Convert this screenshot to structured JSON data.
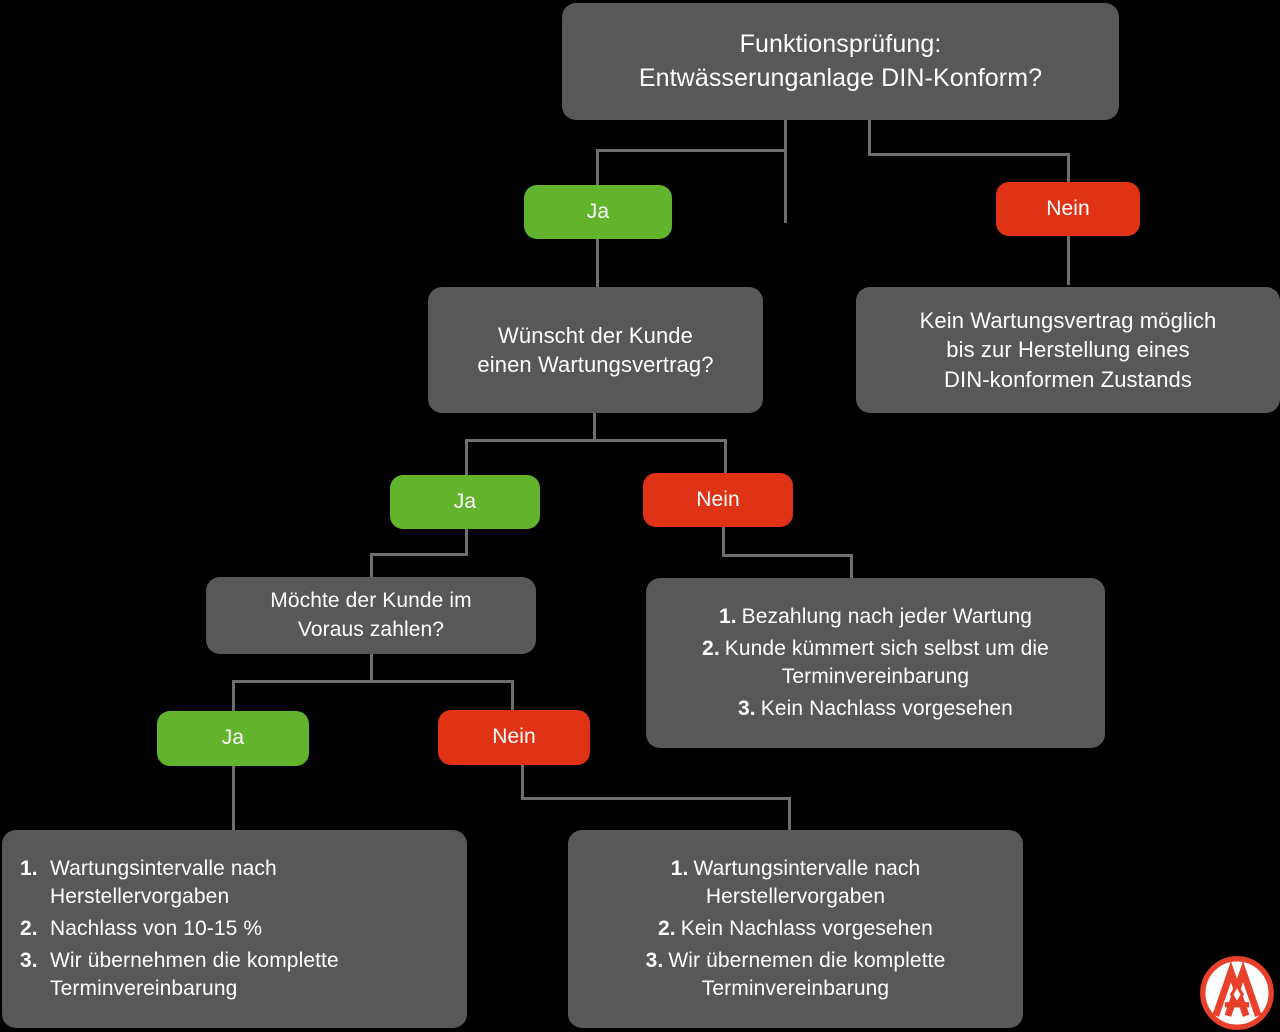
{
  "diagram": {
    "title_node": {
      "id": "funktionspruefung",
      "lines": [
        "Funktionsprüfung:",
        "Entwässerunganlage DIN-Konform?"
      ]
    },
    "branch_labels": {
      "ja": "Ja",
      "nein": "Nein"
    },
    "level1": {
      "ja_label": "Ja",
      "nein_label": "Nein",
      "ja_target": {
        "lines": [
          "Wünscht der Kunde",
          "einen Wartungsvertrag?"
        ]
      },
      "nein_target": {
        "lines": [
          "Kein Wartungsvertrag möglich",
          "bis zur Herstellung eines",
          "DIN-konformen Zustands"
        ]
      }
    },
    "level2": {
      "ja_label": "Ja",
      "nein_label": "Nein",
      "ja_target": {
        "lines": [
          "Möchte der Kunde im",
          "Voraus zahlen?"
        ]
      },
      "nein_target": {
        "items": [
          "Bezahlung nach jeder Wartung",
          "Kunde kümmert sich selbst um die Terminvereinbarung",
          "Kein Nachlass vorgesehen"
        ]
      }
    },
    "level3": {
      "ja_label": "Ja",
      "nein_label": "Nein",
      "ja_target": {
        "items": [
          "Wartungsintervalle nach Herstellervorgaben",
          "Nachlass von 10-15 %",
          "Wir übernehmen die komplette Terminvereinbarung"
        ]
      },
      "nein_target": {
        "items": [
          "Wartungsintervalle nach Herstellervorgaben",
          "Kein Nachlass vorgesehen",
          "Wir übernemen die komplette Terminvereinbarung"
        ]
      }
    },
    "logo": {
      "name": "innung-logo",
      "alt": "Innung A-Logo",
      "color": "#E8402A"
    },
    "colors": {
      "background": "#000000",
      "node_gray": "#585858",
      "node_green": "#61B42B",
      "node_red": "#E03315",
      "connector": "#6e6e6e",
      "text": "#ffffff"
    }
  }
}
